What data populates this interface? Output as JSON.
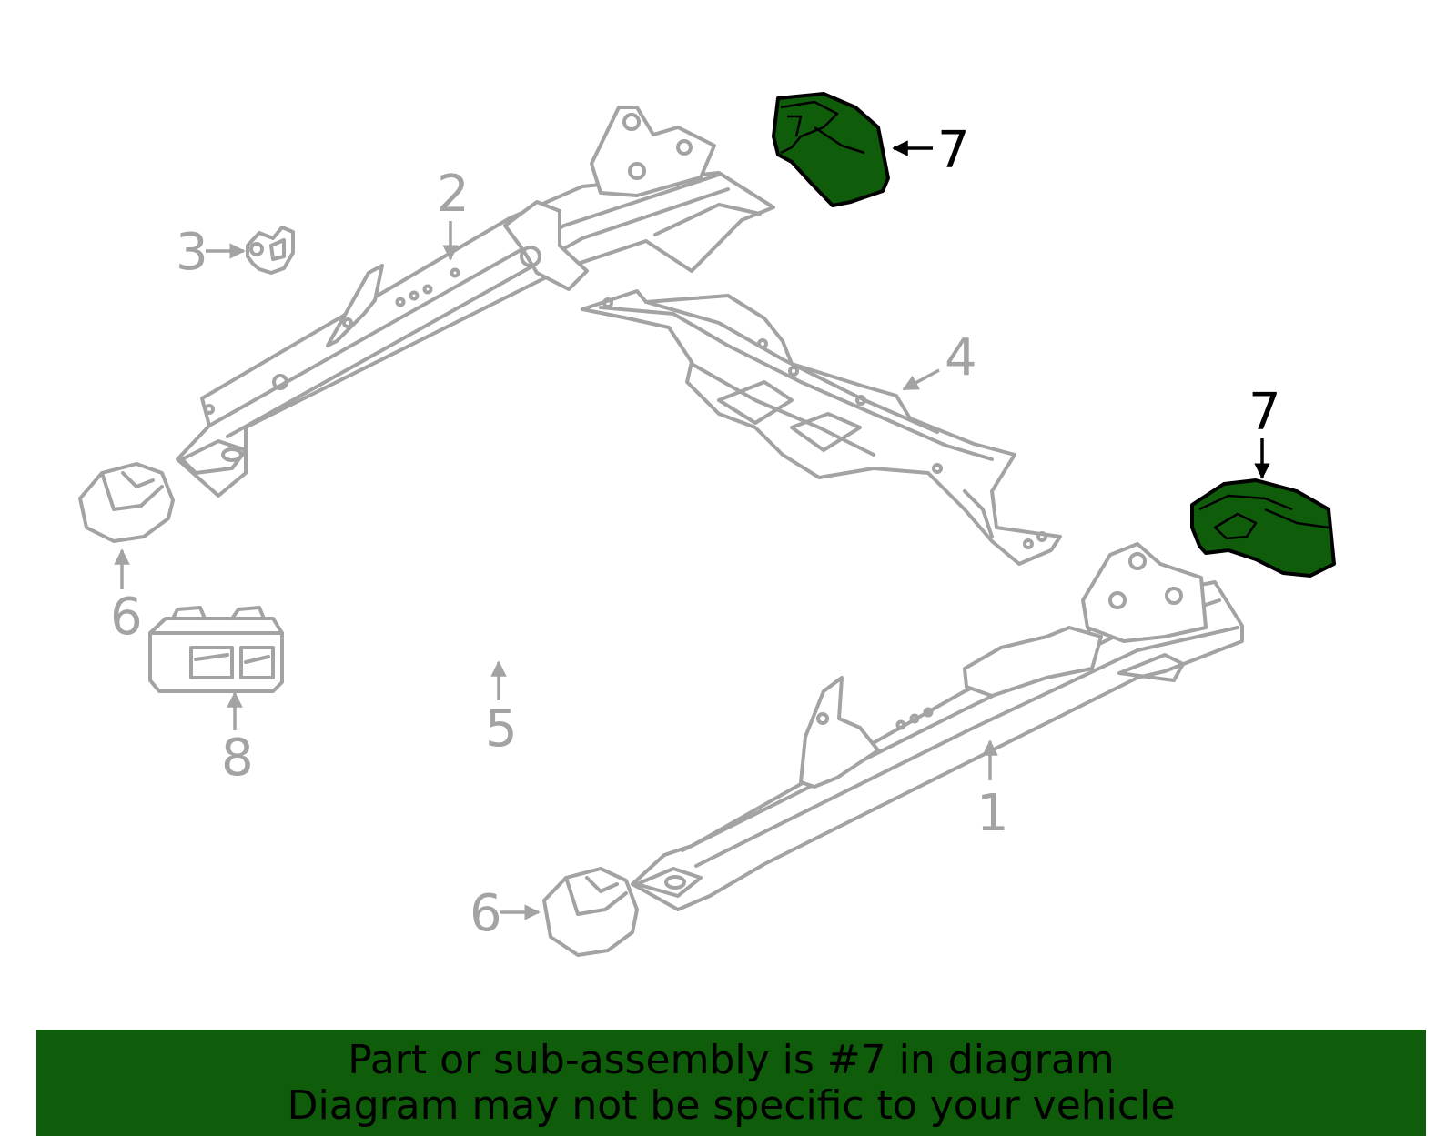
{
  "colors": {
    "highlight": "#0f5c0a",
    "banner": "#0f5c0a",
    "part_outline": "#a3a3a3",
    "active_label": "#000000"
  },
  "callouts": {
    "part1": "1",
    "part2": "2",
    "part3": "3",
    "part4": "4",
    "part5": "5",
    "part6_left": "6",
    "part6_bottom": "6",
    "part7_top": "7",
    "part7_right": "7",
    "part8": "8"
  },
  "highlighted_part": "7",
  "banner": {
    "line1": "Part or sub-assembly is #7 in diagram",
    "line2": "Diagram may not be specific to your vehicle"
  }
}
